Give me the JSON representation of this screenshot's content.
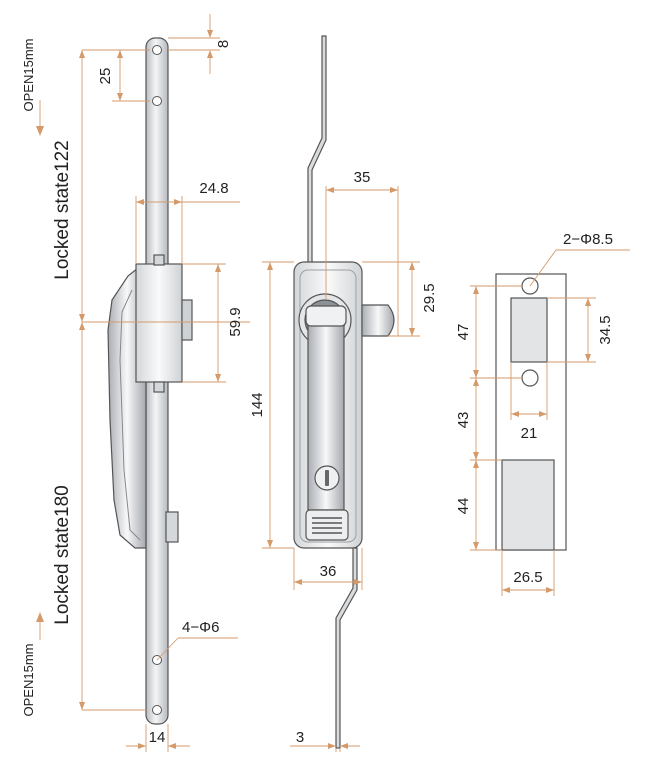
{
  "side_view": {
    "open_top": "OPEN15mm",
    "open_bottom": "OPEN15mm",
    "locked_upper": "Locked state122",
    "locked_lower": "Locked state180",
    "dim_8": "8",
    "dim_25": "25",
    "dim_24_8": "24.8",
    "dim_59_9": "59.9",
    "dim_14": "14",
    "holes": "4−Φ6"
  },
  "front_view": {
    "dim_35": "35",
    "dim_29_5": "29.5",
    "dim_144": "144",
    "dim_36": "36",
    "dim_3": "3"
  },
  "cutout_view": {
    "holes": "2−Φ8.5",
    "dim_47": "47",
    "dim_34_5": "34.5",
    "dim_43": "43",
    "dim_21": "21",
    "dim_44": "44",
    "dim_26_5": "26.5"
  }
}
